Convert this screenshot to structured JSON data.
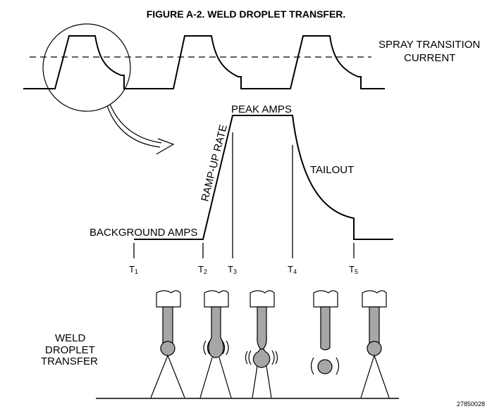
{
  "title": "FIGURE A-2.  WELD DROPLET TRANSFER.",
  "labels": {
    "spray_line1": "SPRAY TRANSITION",
    "spray_line2": "CURRENT",
    "peak_amps": "PEAK AMPS",
    "ramp_up_rate": "RAMP-UP RATE",
    "tailout": "TAILOUT",
    "background_amps": "BACKGROUND AMPS",
    "weld_line1": "WELD",
    "weld_line2": "DROPLET",
    "weld_line3": "TRANSFER"
  },
  "time_markers": [
    {
      "base": "T",
      "sub": "1"
    },
    {
      "base": "T",
      "sub": "2"
    },
    {
      "base": "T",
      "sub": "3"
    },
    {
      "base": "T",
      "sub": "4"
    },
    {
      "base": "T",
      "sub": "5"
    }
  ],
  "drawing_code": "27850028",
  "colors": {
    "line": "#000000",
    "electrode_fill": "#a6a6a6",
    "background": "#ffffff"
  }
}
